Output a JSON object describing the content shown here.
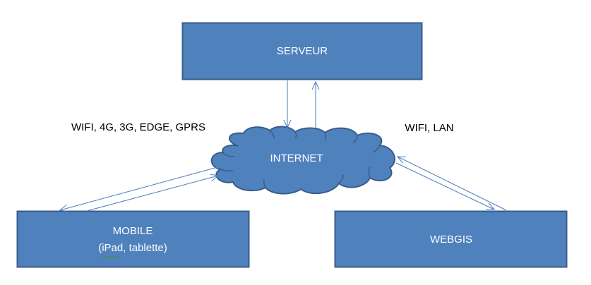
{
  "nodes": {
    "serveur": {
      "label": "SERVEUR"
    },
    "internet": {
      "label": "INTERNET"
    },
    "mobile": {
      "label": "MOBILE",
      "sublabel": "(iPad, tablette)"
    },
    "webgis": {
      "label": "WEBGIS"
    }
  },
  "edge_labels": {
    "mobile_link": "WIFI, 4G, 3G, EDGE, GPRS",
    "webgis_link": "WIFI, LAN"
  },
  "colors": {
    "box_fill": "#4f81bd",
    "box_stroke": "#385d8a",
    "arrow": "#4a7ebb",
    "node_text": "#ffffff",
    "label_text": "#000000"
  }
}
